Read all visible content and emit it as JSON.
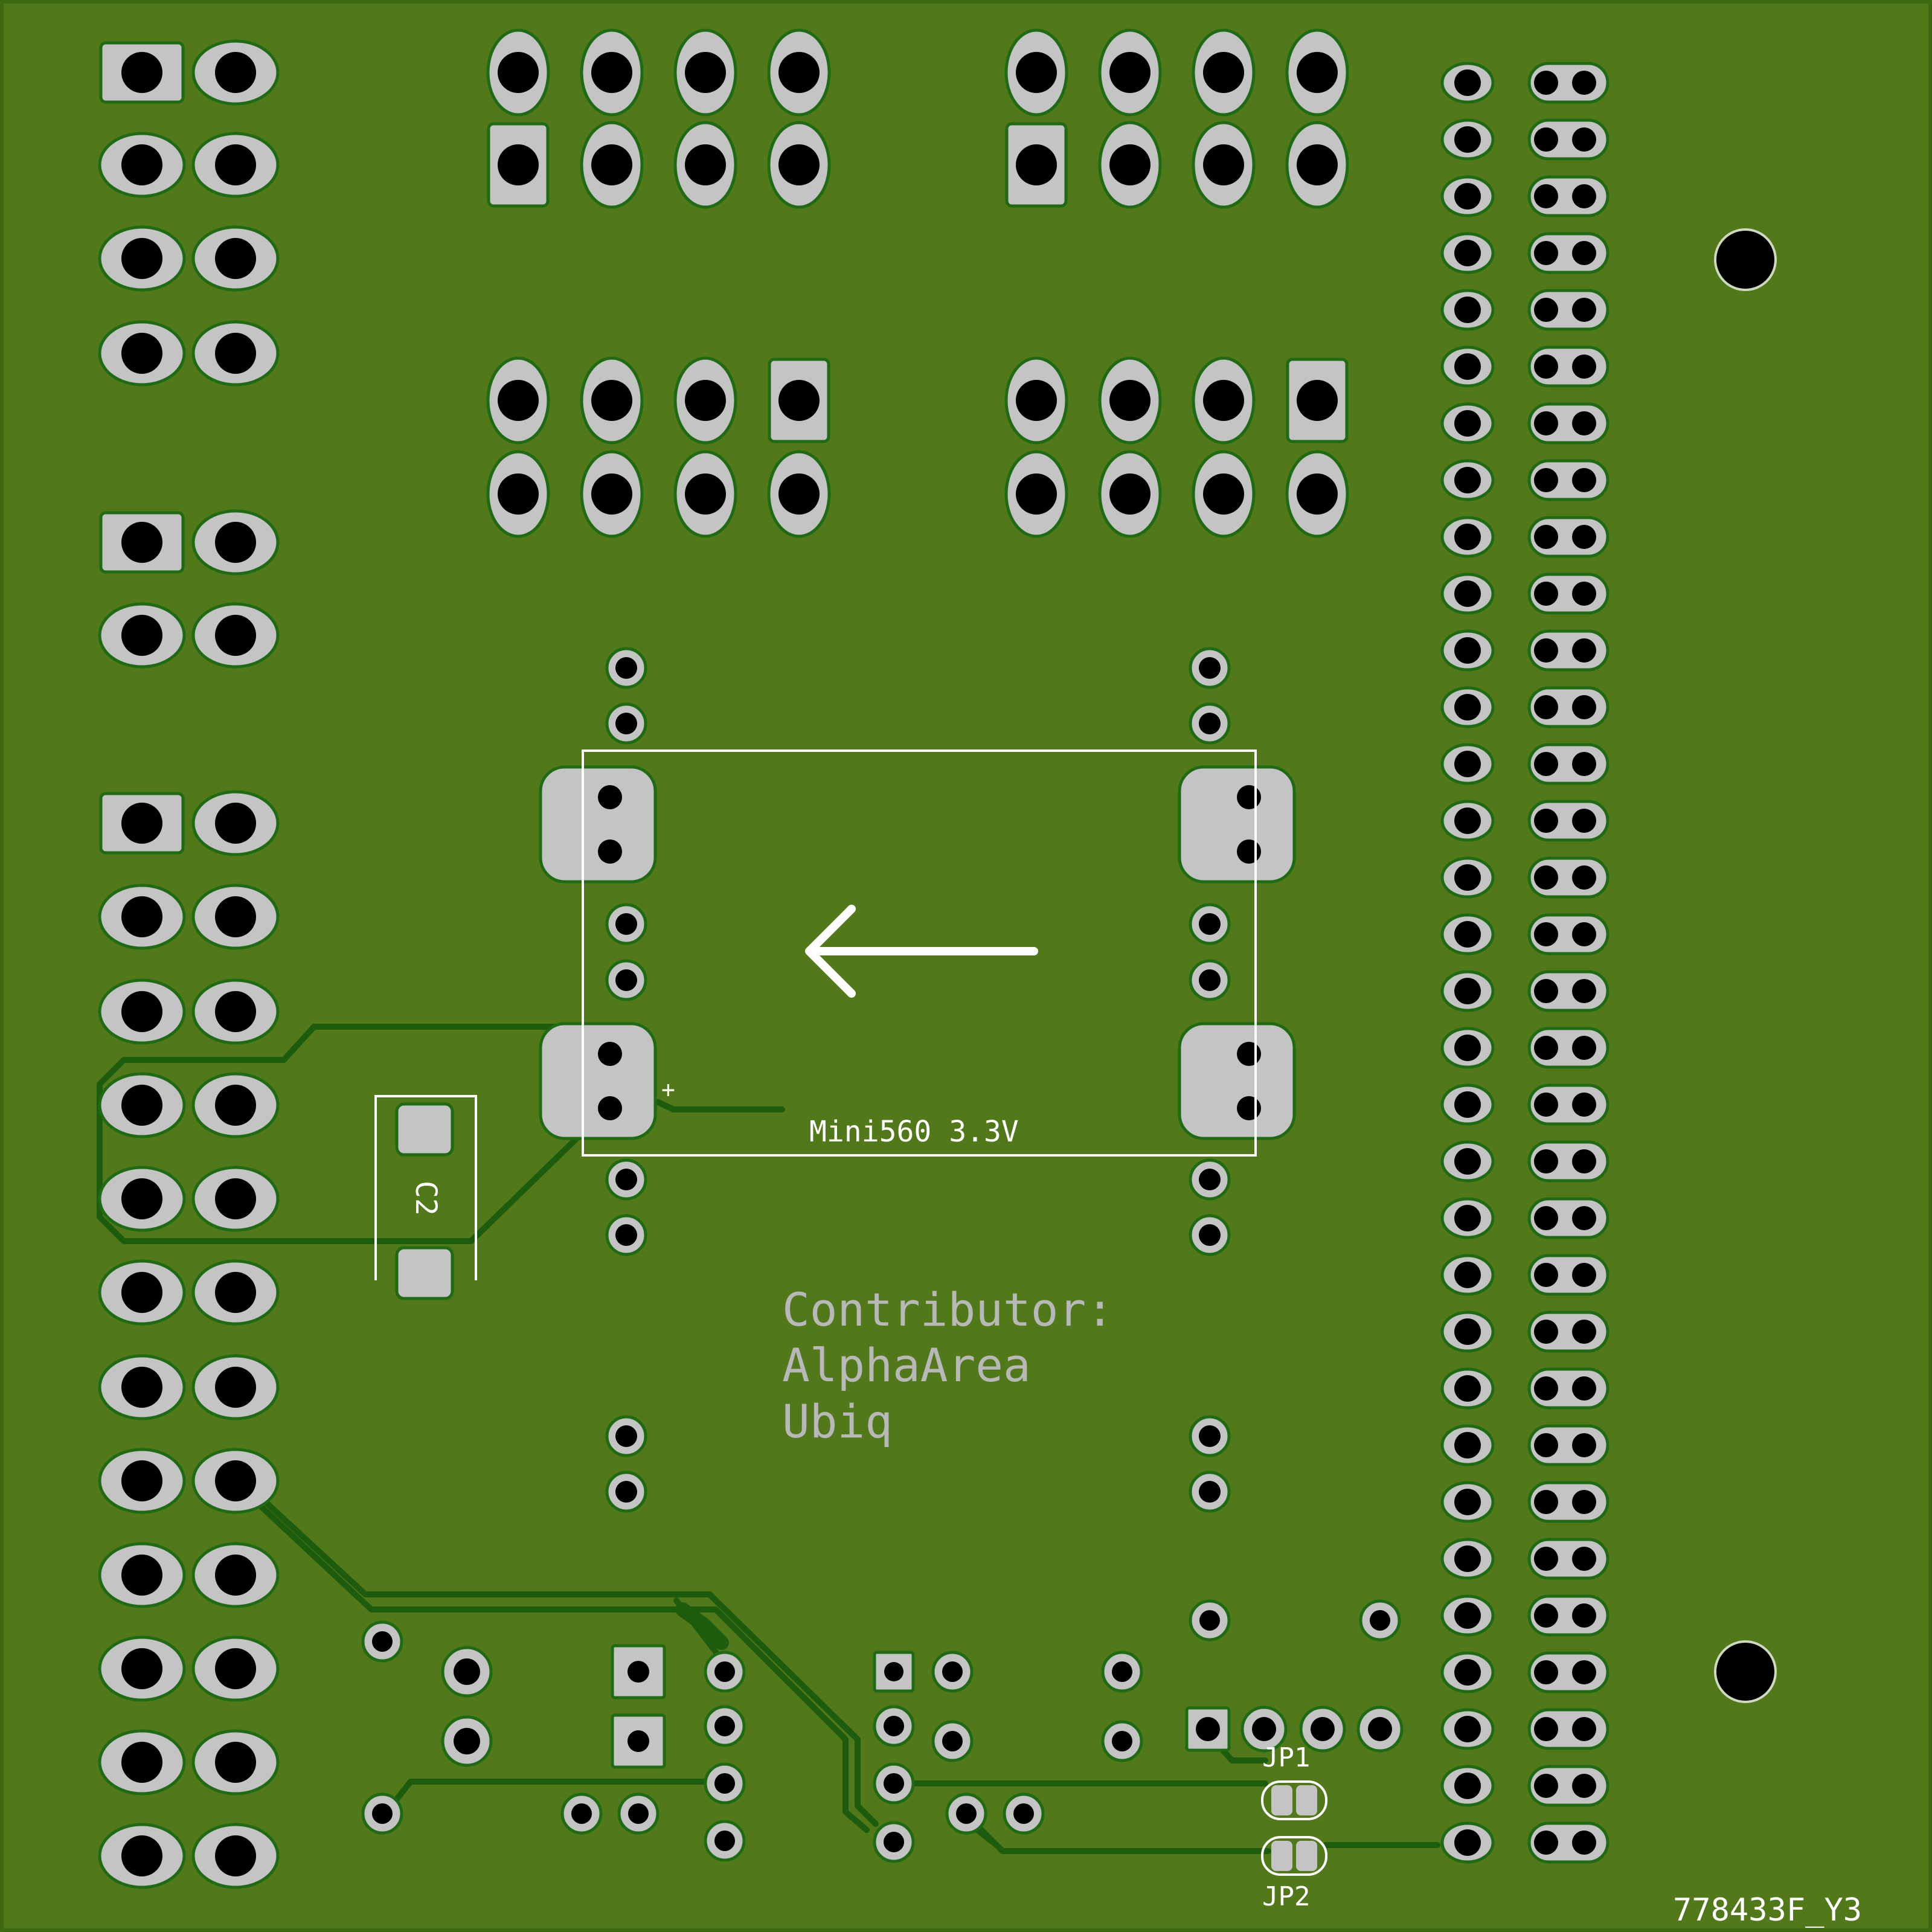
{
  "colors": {
    "board": "#51791a",
    "board_edge": "#3d6a10",
    "pad": "#c4c4c4",
    "pad_outline": "#1f6b14",
    "drill": "#000000",
    "trace": "#1d5c0c",
    "silkscreen": "#ffffff",
    "silkscreen_gray": "#b8b8b8"
  },
  "labels": {
    "module": "Mini560 3.3V",
    "cap": "C2",
    "jp1": "JP1",
    "jp2": "JP2",
    "plus": "+",
    "contributor_heading": "Contributor:",
    "contributor_1": "AlphaArea",
    "contributor_2": "Ubiq",
    "board_id": "778433F_Y3"
  }
}
